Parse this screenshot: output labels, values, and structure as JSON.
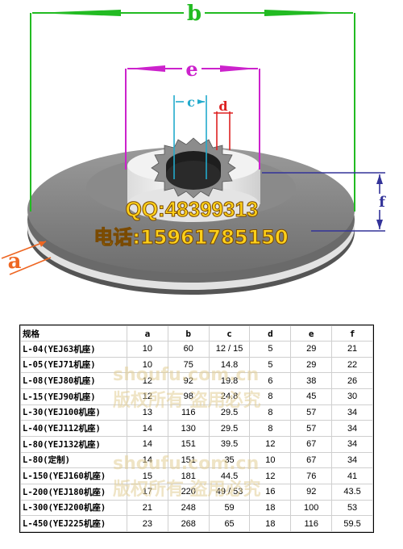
{
  "dimensions": {
    "a": "a",
    "b": "b",
    "c": "c",
    "d": "d",
    "e": "e",
    "f": "f"
  },
  "overlay": {
    "qq": "QQ:48399313",
    "phone": "电话:15961785150"
  },
  "watermarks": {
    "site_1": "shoufu.com.cn",
    "notice_1": "版权所有 盗用必究",
    "site_2": "shoufu.com.cn",
    "notice_2": "版权所有 盗用必究"
  },
  "colors": {
    "b": "#22bb22",
    "e": "#cc22cc",
    "c": "#22aacc",
    "d": "#dd2222",
    "f": "#333399",
    "a": "#ee6622",
    "overlay_text": "#ffd11a"
  },
  "table": {
    "headers": [
      "规格",
      "a",
      "b",
      "c",
      "d",
      "e",
      "f"
    ],
    "rows": [
      [
        "L-04(YEJ63机座)",
        "10",
        "60",
        "12 / 15",
        "5",
        "29",
        "21"
      ],
      [
        "L-05(YEJ71机座)",
        "10",
        "75",
        "14.8",
        "5",
        "29",
        "22"
      ],
      [
        "L-08(YEJ80机座)",
        "12",
        "92",
        "19.8",
        "6",
        "38",
        "26"
      ],
      [
        "L-15(YEJ90机座)",
        "12",
        "98",
        "24.8",
        "8",
        "45",
        "30"
      ],
      [
        "L-30(YEJ100机座)",
        "13",
        "116",
        "29.5",
        "8",
        "57",
        "34"
      ],
      [
        "L-40(YEJ112机座)",
        "14",
        "130",
        "29.5",
        "8",
        "57",
        "34"
      ],
      [
        "L-80(YEJ132机座)",
        "14",
        "151",
        "39.5",
        "12",
        "67",
        "34"
      ],
      [
        "L-80(定制)",
        "14",
        "151",
        "35",
        "10",
        "67",
        "34"
      ],
      [
        "L-150(YEJ160机座)",
        "15",
        "181",
        "44.5",
        "12",
        "76",
        "41"
      ],
      [
        "L-200(YEJ180机座)",
        "17",
        "220",
        "49 / 53",
        "16",
        "92",
        "43.5"
      ],
      [
        "L-300(YEJ200机座)",
        "21",
        "248",
        "59",
        "18",
        "100",
        "53"
      ],
      [
        "L-450(YEJ225机座)",
        "23",
        "268",
        "65",
        "18",
        "116",
        "59.5"
      ]
    ]
  }
}
